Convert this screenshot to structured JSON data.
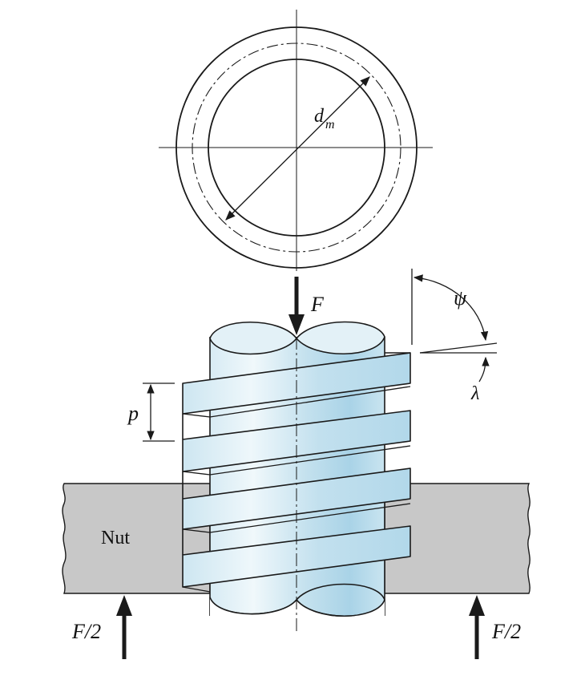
{
  "labels": {
    "pitch_diameter": "d",
    "pitch_diameter_sub": "m",
    "force": "F",
    "half_force_left": "F/2",
    "half_force_right": "F/2",
    "pitch": "p",
    "angle_psi": "ψ",
    "angle_lambda": "λ",
    "nut": "Nut"
  },
  "colors": {
    "screw_fill": "#cfe6f1",
    "screw_highlight": "#eef7fb",
    "screw_shade": "#a8d2e6",
    "nut_fill": "#c8c8c8",
    "line": "#1a1a1a"
  }
}
